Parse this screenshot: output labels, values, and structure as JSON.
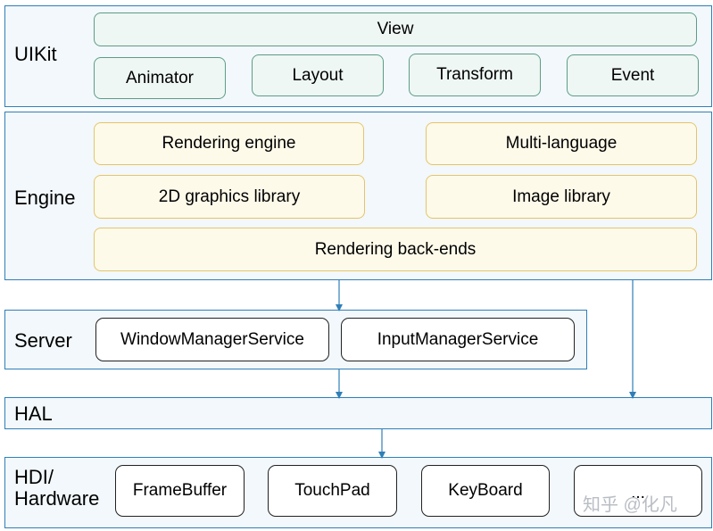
{
  "layers": {
    "uikit": {
      "label": "UIKit",
      "boxes": {
        "view": "View",
        "animator": "Animator",
        "layout": "Layout",
        "transform": "Transform",
        "event": "Event"
      }
    },
    "engine": {
      "label": "Engine",
      "boxes": {
        "rendering_engine": "Rendering engine",
        "multi_language": "Multi-language",
        "graphics_2d": "2D graphics library",
        "image_library": "Image library",
        "rendering_backends": "Rendering back-ends"
      }
    },
    "server": {
      "label": "Server",
      "boxes": {
        "window_manager": "WindowManagerService",
        "input_manager": "InputManagerService"
      }
    },
    "hal": {
      "label": "HAL"
    },
    "hdi": {
      "label": "HDI/\nHardware",
      "boxes": {
        "framebuffer": "FrameBuffer",
        "touchpad": "TouchPad",
        "keyboard": "KeyBoard",
        "more": "..."
      }
    }
  },
  "watermark": "知乎 @化凡",
  "colors": {
    "layer_border": "#2f7fb8",
    "layer_fill": "#f2f8fb",
    "arrow": "#2f7fb8",
    "green_border": "#5e9c87",
    "yellow_border": "#e5c46a"
  }
}
